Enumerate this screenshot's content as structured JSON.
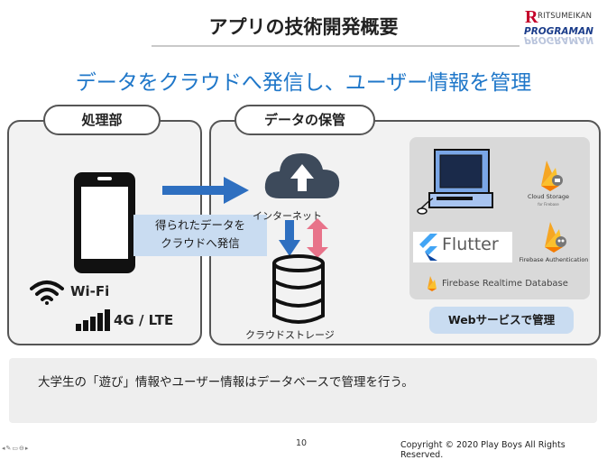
{
  "slide": {
    "title": "アプリの技術開発概要",
    "headline": "データをクラウドへ発信し、ユーザー情報を管理",
    "logo": {
      "mark": "R",
      "name": "RITSUMEIKAN",
      "brand": "PROGRAMAN"
    },
    "left_panel": {
      "label": "処理部",
      "wifi_label": "Wi-Fi",
      "lte_label": "4G / LTE",
      "callout": [
        "得られたデータを",
        "クラウドへ発信"
      ]
    },
    "right_panel": {
      "label": "データの保管",
      "internet_label": "インターネット",
      "storage_label": "クラウドストレージ",
      "services": {
        "flutter": "Flutter",
        "cloud_storage": "Cloud Storage",
        "cloud_storage_sub": "for Firebase",
        "firebase_auth": "Firebase Authentication",
        "firebase_rtdb": "Firebase Realtime Database",
        "web_button": "Webサービスで管理"
      }
    },
    "note": "大学生の「遊び」情報やユーザー情報はデータベースで管理を行う。",
    "footer": {
      "page_number": "10",
      "copyright": "Copyright © 2020 Play Boys All Rights Reserved."
    },
    "colors": {
      "headline": "#1f77c9",
      "arrow_blue": "#2e6fc0",
      "arrow_pink": "#e8738a",
      "callout_bg": "#c9dcf1",
      "firebase_orange": "#f6a623",
      "flutter_blue": "#42a5f5"
    }
  }
}
